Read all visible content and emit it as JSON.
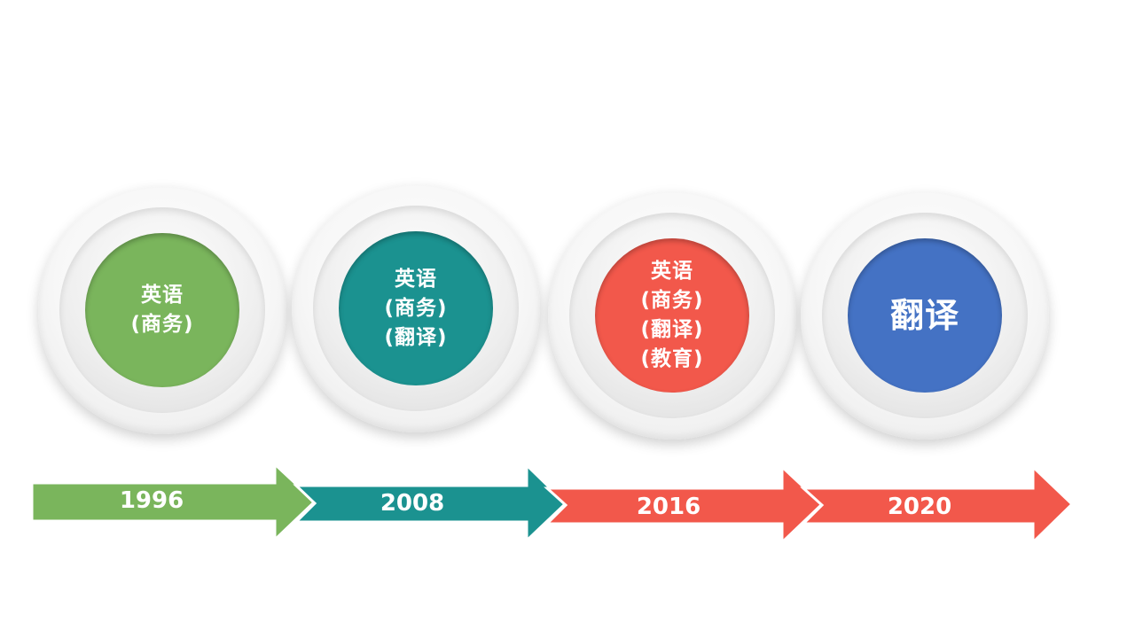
{
  "colors": {
    "green": "#7ab55c",
    "teal": "#1b9290",
    "red": "#f2584b",
    "blue": "#4472c4"
  },
  "milestones": [
    {
      "year": "1996",
      "lines": [
        "英语",
        "(商务)"
      ],
      "color": "#7ab55c"
    },
    {
      "year": "2008",
      "lines": [
        "英语",
        "(商务)",
        "(翻译)"
      ],
      "color": "#1b9290"
    },
    {
      "year": "2016",
      "lines": [
        "英语",
        "(商务)",
        "(翻译)",
        "(教育)"
      ],
      "color": "#f2584b"
    },
    {
      "year": "2020",
      "lines": [
        "翻译"
      ],
      "color": "#4472c4"
    }
  ]
}
